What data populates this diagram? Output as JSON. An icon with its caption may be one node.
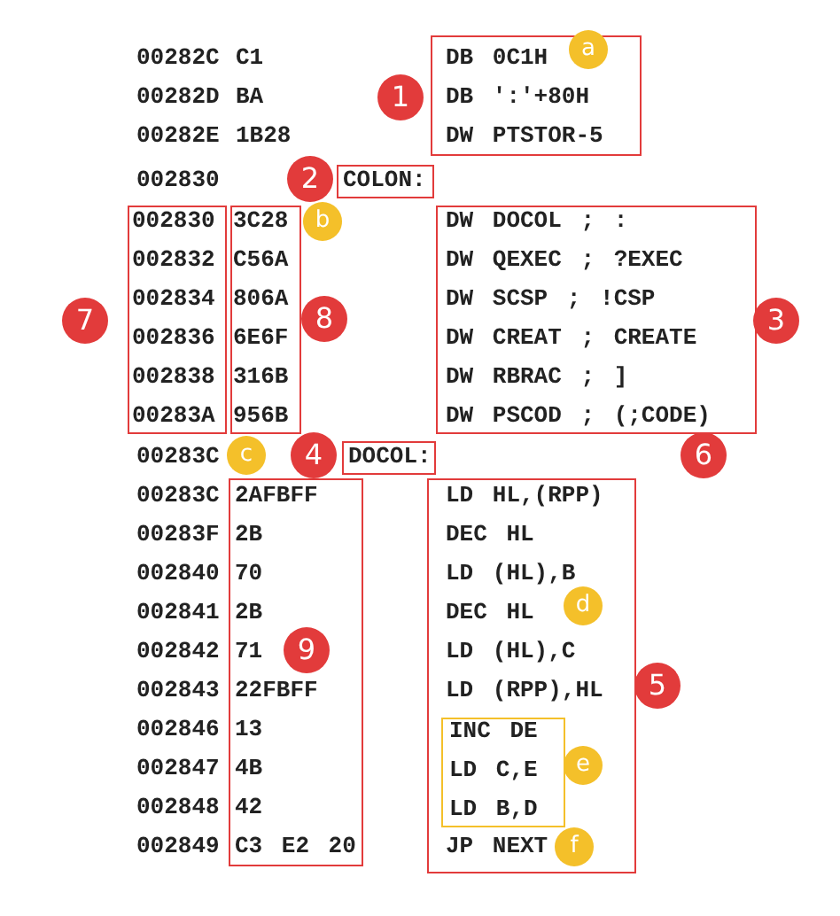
{
  "diagram": {
    "nodes": [
      {
        "text": [
          "DB 0C1H",
          "DB ':'+80H",
          "DW PTSTOR-5"
        ]
      },
      {
        "text": [
          "COLON:"
        ]
      },
      {
        "text": [
          "002830",
          "002832",
          "002834",
          "002836",
          "002838",
          "00283A"
        ]
      },
      {
        "text": [
          "3C28",
          "C56A",
          "806A",
          "6E6F",
          "316B",
          "956B"
        ]
      },
      {
        "text": [
          "DW DOCOL ; :",
          "DW QEXEC ; ?EXEC",
          "DW SCSP ; !CSP",
          "DW CREAT ; CREATE",
          "DW RBRAC ; ]",
          "DW PSCOD ; (;CODE)"
        ]
      },
      {
        "text": [
          "DOCOL:"
        ]
      },
      {
        "text": [
          "2AFBFF",
          "2B",
          "70",
          "2B",
          "71",
          "22FBFF",
          "13",
          "4B",
          "42",
          "C3 E2 20"
        ]
      },
      {
        "text": [
          "LD HL,(RPP)",
          "DEC HL",
          "LD (HL),B",
          "DEC HL",
          "LD (HL),C",
          "LD (RPP),HL",
          "JP NEXT"
        ]
      },
      {
        "text": [
          "INC DE",
          "LD C,E",
          "LD B,D"
        ],
        "in": 7
      }
    ],
    "labels": [
      "00282C",
      "C1",
      "a",
      "00282D",
      "BA",
      "1",
      "00282E",
      "1B28",
      "002830",
      "2",
      "b",
      "7",
      "8",
      "3",
      "00283C",
      "c",
      "4",
      "6",
      "00283C",
      "00283F",
      "002840",
      "002841",
      "d",
      "002842",
      "9",
      "002843",
      "5",
      "002846",
      "002847",
      "e",
      "002848",
      "002849",
      "f"
    ]
  }
}
